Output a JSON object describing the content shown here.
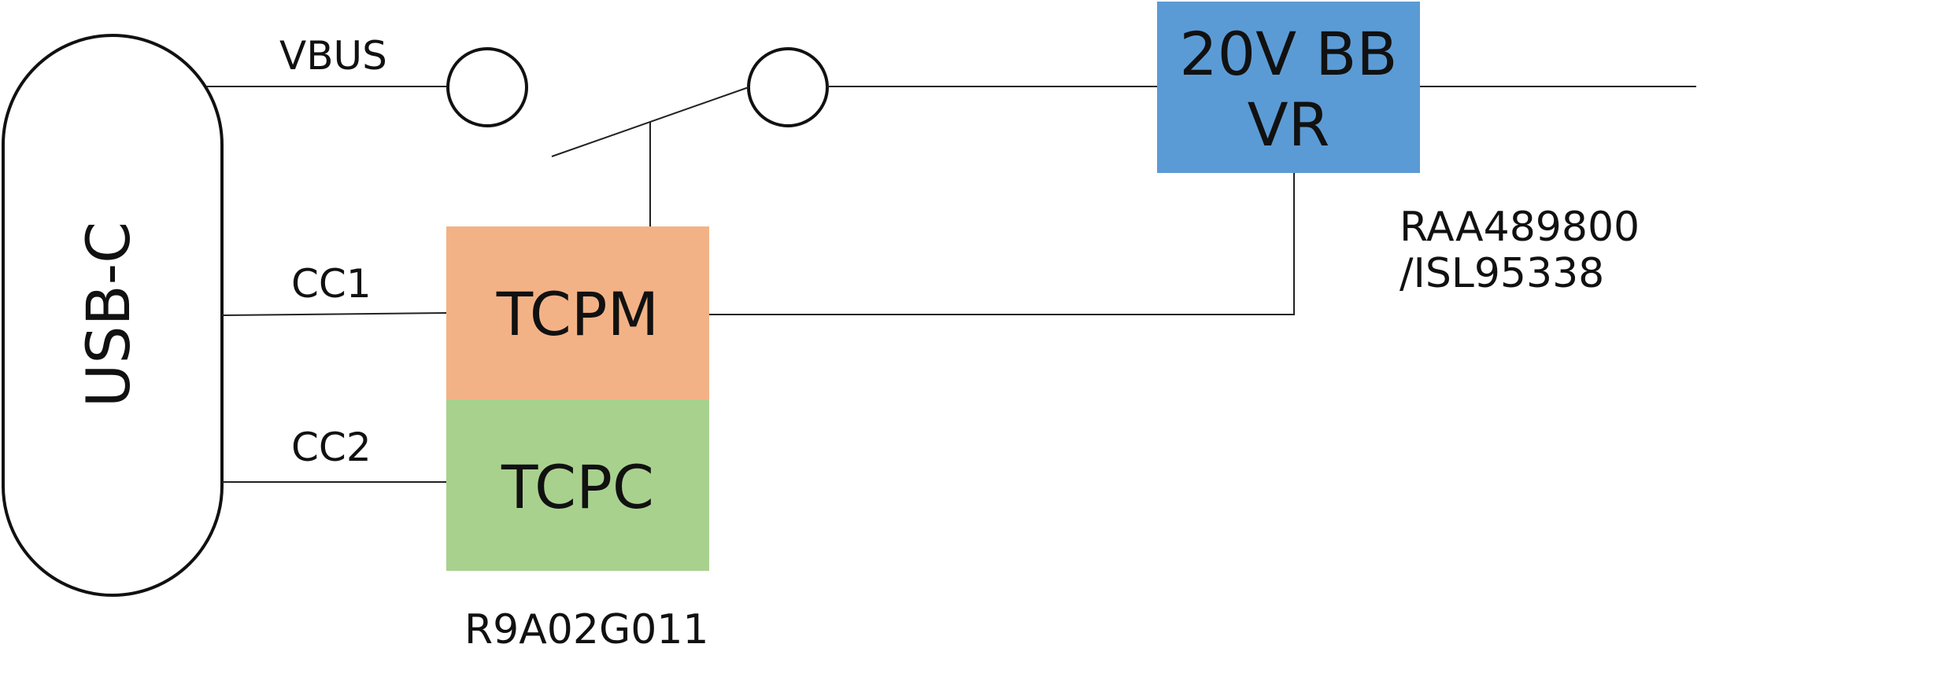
{
  "connector": {
    "label": "USB-C"
  },
  "signals": {
    "vbus": "VBUS",
    "cc1": "CC1",
    "cc2": "CC2"
  },
  "blocks": {
    "tcpm": {
      "label": "TCPM",
      "color": "#F3B286"
    },
    "tcpc": {
      "label": "TCPC",
      "color": "#A9D18E"
    },
    "regulator": {
      "line1": "20V BB",
      "line2": "VR",
      "color": "#5B9BD5"
    }
  },
  "part_numbers": {
    "controller": "R9A02G011",
    "regulator_line1": "RAA489800",
    "regulator_line2": "/ISL95338"
  }
}
